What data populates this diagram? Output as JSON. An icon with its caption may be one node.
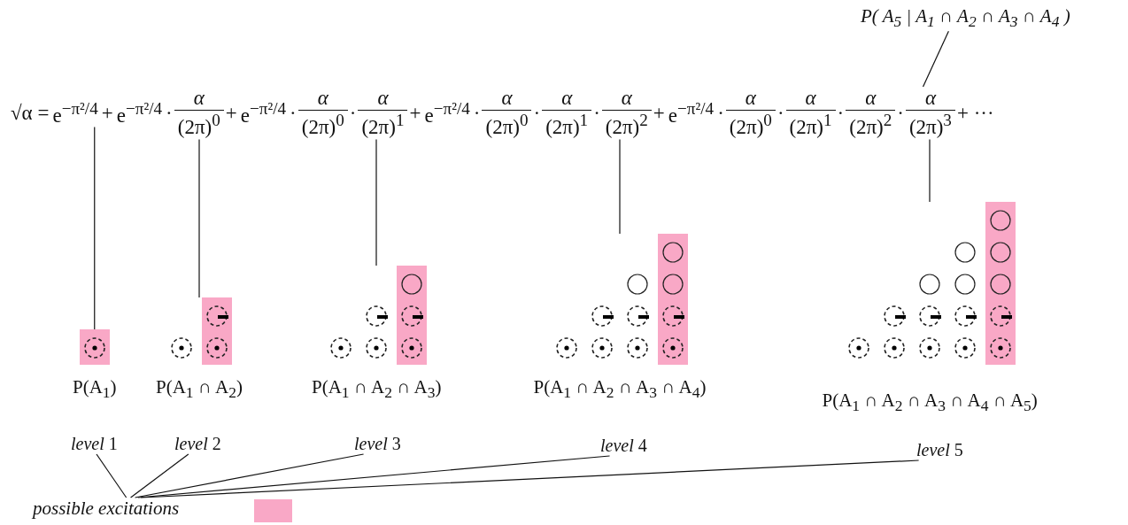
{
  "diagram": {
    "nodes": [
      {
        "text": [
          "P( A$_{5}$ | A$_{1}$ ∩ A$_{2}$ ∩ A$_{3}$ ∩ A$_{4}$ )"
        ]
      },
      {
        "text": [
          "e$^{−π²/4}$"
        ]
      },
      {
        "text": [
          "e$^{−π²/4}$",
          "·",
          "α",
          "(2π)$^{0}$"
        ]
      },
      {
        "text": [
          "e$^{−π²/4}$",
          "·",
          "α",
          "(2π)$^{0}$",
          "·",
          "α",
          "(2π)$^{1}$"
        ]
      },
      {
        "text": [
          "e$^{−π²/4}$",
          "·",
          "α",
          "(2π)$^{0}$",
          "·",
          "α",
          "(2π)$^{1}$",
          "·",
          "α",
          "(2π)$^{2}$"
        ]
      },
      {
        "text": [
          "e$^{−π²/4}$",
          "·",
          "α",
          "(2π)$^{0}$",
          "·",
          "α",
          "(2π)$^{1}$",
          "·",
          "α",
          "(2π)$^{2}$",
          "·"
        ]
      },
      {
        "text": [
          "α",
          "(2π)$^{3}$"
        ],
        "in": 5
      },
      {
        "text": [],
        "shape": "picture",
        "beside": [
          "P(A$_{1}$)"
        ]
      },
      {
        "text": [],
        "shape": "picture",
        "beside": [
          "P(A$_{1}$ ∩ A$_{2}$)"
        ]
      },
      {
        "text": [],
        "shape": "picture",
        "beside": [
          "P(A$_{1}$ ∩ A$_{2}$ ∩ A$_{3}$)"
        ]
      },
      {
        "text": [],
        "shape": "picture",
        "beside": [
          "P(A$_{1}$ ∩ A$_{2}$ ∩ A$_{3}$ ∩ A$_{4}$)"
        ]
      },
      {
        "text": [],
        "shape": "picture",
        "beside": [
          "P(A$_{1}$ ∩ A$_{2}$ ∩ A$_{3}$ ∩ A$_{4}$ ∩ A$_{5}$)"
        ]
      },
      {
        "text": [
          "*level* 1"
        ]
      },
      {
        "text": [
          "*level* 2"
        ]
      },
      {
        "text": [
          "*level* 3"
        ]
      },
      {
        "text": [
          "*level* 4"
        ]
      },
      {
        "text": [
          "*level* 5"
        ]
      },
      {
        "text": [
          "possible excitations"
        ]
      }
    ],
    "edges": [
      {
        "from": 0,
        "to": 6,
        "arrow": "none"
      },
      {
        "from": 1,
        "to": 7,
        "arrow": "none"
      },
      {
        "from": 2,
        "to": 8,
        "arrow": "none"
      },
      {
        "from": 3,
        "to": 9,
        "arrow": "none"
      },
      {
        "from": 4,
        "to": 10,
        "arrow": "none"
      },
      {
        "from": 5,
        "to": 11,
        "arrow": "none"
      },
      {
        "from": 12,
        "to": 17,
        "arrow": "none"
      },
      {
        "from": 13,
        "to": 17,
        "arrow": "none"
      },
      {
        "from": 14,
        "to": 17,
        "arrow": "none"
      },
      {
        "from": 15,
        "to": 17,
        "arrow": "none"
      },
      {
        "from": 16,
        "to": 17,
        "arrow": "none"
      }
    ],
    "labels": [
      "√α =",
      "+",
      "+",
      "+",
      "+",
      "+ ···"
    ]
  }
}
